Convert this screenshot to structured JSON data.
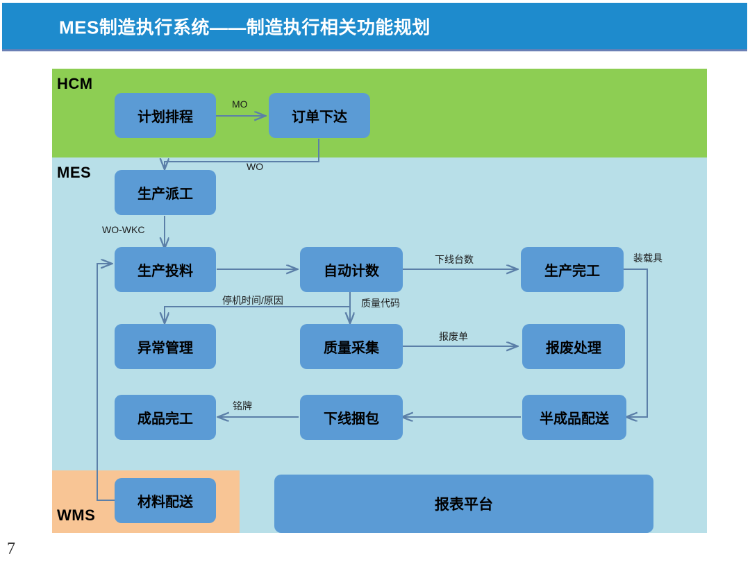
{
  "slide": {
    "title": "MES制造执行系统——制造执行相关功能规划",
    "page_number": "7",
    "colors": {
      "title_bar": "#1E8BCD",
      "title_text": "#FFFFFF",
      "band_hcm": "#8DCE53",
      "band_mes": "#B8DFE8",
      "band_wms": "#F8C595",
      "node_fill": "#5B9BD5",
      "connector": "#5B7FA8"
    }
  },
  "bands": [
    {
      "key": "hcm",
      "label": "HCM"
    },
    {
      "key": "mes",
      "label": "MES"
    },
    {
      "key": "wms",
      "label": "WMS"
    }
  ],
  "diagram": {
    "type": "flowchart",
    "nodes": [
      {
        "id": "plan",
        "label": "计划排程",
        "band": "HCM"
      },
      {
        "id": "order",
        "label": "订单下达",
        "band": "HCM"
      },
      {
        "id": "dispatch",
        "label": "生产派工",
        "band": "MES"
      },
      {
        "id": "feed",
        "label": "生产投料",
        "band": "MES"
      },
      {
        "id": "autocount",
        "label": "自动计数",
        "band": "MES"
      },
      {
        "id": "finish",
        "label": "生产完工",
        "band": "MES"
      },
      {
        "id": "exception",
        "label": "异常管理",
        "band": "MES"
      },
      {
        "id": "quality",
        "label": "质量采集",
        "band": "MES"
      },
      {
        "id": "scrap",
        "label": "报废处理",
        "band": "MES"
      },
      {
        "id": "product",
        "label": "成品完工",
        "band": "MES"
      },
      {
        "id": "pack",
        "label": "下线捆包",
        "band": "MES"
      },
      {
        "id": "semiship",
        "label": "半成品配送",
        "band": "MES"
      },
      {
        "id": "matship",
        "label": "材料配送",
        "band": "WMS"
      },
      {
        "id": "reporting",
        "label": "报表平台",
        "band": "MES"
      }
    ],
    "edges": [
      {
        "from": "plan",
        "to": "order",
        "label": "MO"
      },
      {
        "from": "order",
        "to": "dispatch",
        "label": "WO"
      },
      {
        "from": "dispatch",
        "to": "feed",
        "label": "WO-WKC"
      },
      {
        "from": "feed",
        "to": "autocount",
        "label": ""
      },
      {
        "from": "autocount",
        "to": "finish",
        "label": "下线台数"
      },
      {
        "from": "autocount",
        "to": "exception",
        "label": "停机时间/原因"
      },
      {
        "from": "autocount",
        "to": "quality",
        "label": "质量代码"
      },
      {
        "from": "quality",
        "to": "scrap",
        "label": "报废单"
      },
      {
        "from": "finish",
        "to": "semiship",
        "label": "装载具"
      },
      {
        "from": "semiship",
        "to": "pack",
        "label": ""
      },
      {
        "from": "pack",
        "to": "product",
        "label": "铭牌"
      },
      {
        "from": "matship",
        "to": "feed",
        "label": ""
      }
    ]
  }
}
